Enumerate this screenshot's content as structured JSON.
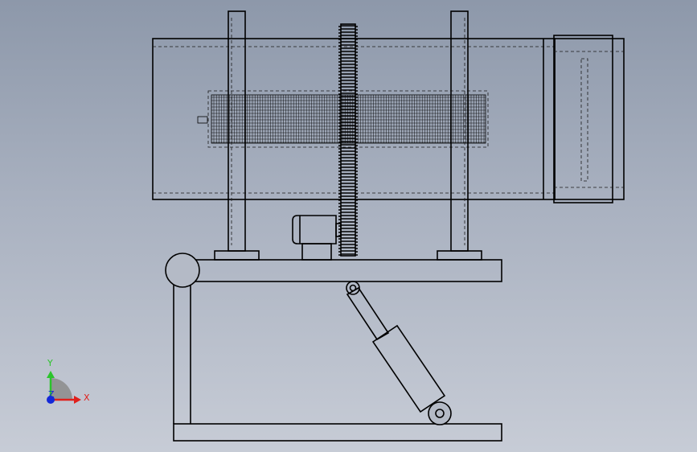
{
  "viewport": {
    "background_top": "#8d98aa",
    "background_bottom": "#c7ccd6"
  },
  "drawing": {
    "line_color": "#000000"
  },
  "triad": {
    "x_label": "X",
    "y_label": "Y",
    "z_label": "Z",
    "x_color": "#e0201c",
    "y_color": "#2bc42b",
    "z_color": "#1428d8"
  }
}
